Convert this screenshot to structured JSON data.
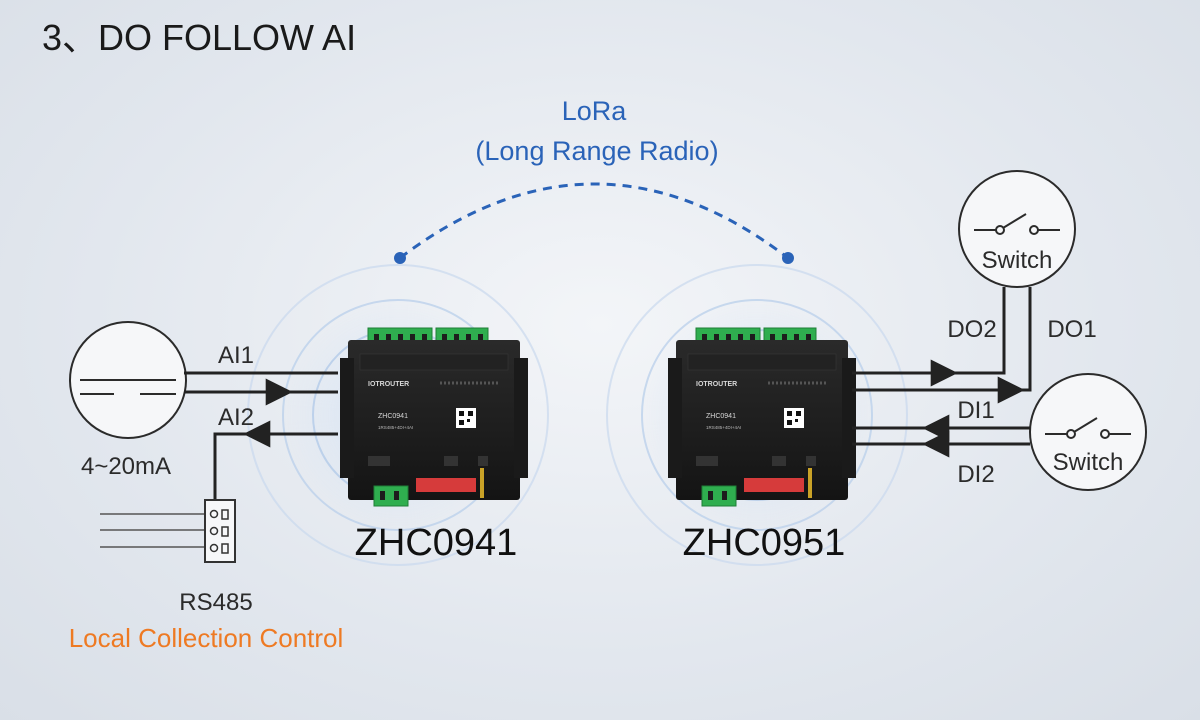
{
  "title": "3、DO FOLLOW AI",
  "lora": {
    "line1": "LoRa",
    "line2": "(Long Range Radio)"
  },
  "left": {
    "sensor_label": "4~20mA",
    "ai1": "AI1",
    "ai2": "AI2",
    "rs485": "RS485",
    "local": "Local Collection Control"
  },
  "devices": [
    {
      "model": "ZHC0941",
      "panel_model": "ZHC0941",
      "panel_spec": "1RS485+4DI+4AI",
      "brand": "IOTROUTER"
    },
    {
      "model": "ZHC0951",
      "panel_model": "ZHC0941",
      "panel_spec": "1RS485+4DI+4AI",
      "brand": "IOTROUTER"
    }
  ],
  "right": {
    "switch_top": "Switch",
    "switch_bottom": "Switch",
    "do2": "DO2",
    "do1": "DO1",
    "di1": "DI1",
    "di2": "DI2"
  },
  "colors": {
    "lora": "#2a63b8",
    "accent": "#ee7a23",
    "terminal": "#2fae4f"
  }
}
